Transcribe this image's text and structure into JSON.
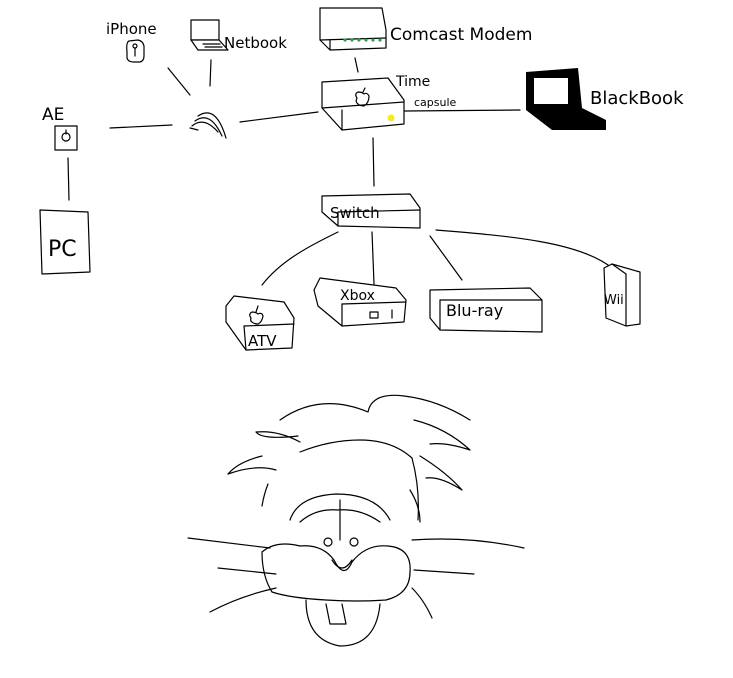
{
  "nodes": {
    "iphone": "iPhone",
    "netbook": "Netbook",
    "modem": "Comcast Modem",
    "time_capsule_line1": "Time",
    "time_capsule_line2": "capsule",
    "blackbook": "BlackBook",
    "ae": "AE",
    "pc": "PC",
    "switch": "Switch",
    "xbox": "Xbox",
    "bluray": "Blu-ray",
    "wii": "Wii",
    "atv": "ATV"
  },
  "colors": {
    "modem_leds": "#2e9a4e",
    "time_capsule_led": "#f3ea2a",
    "blackbook": "#000000"
  }
}
